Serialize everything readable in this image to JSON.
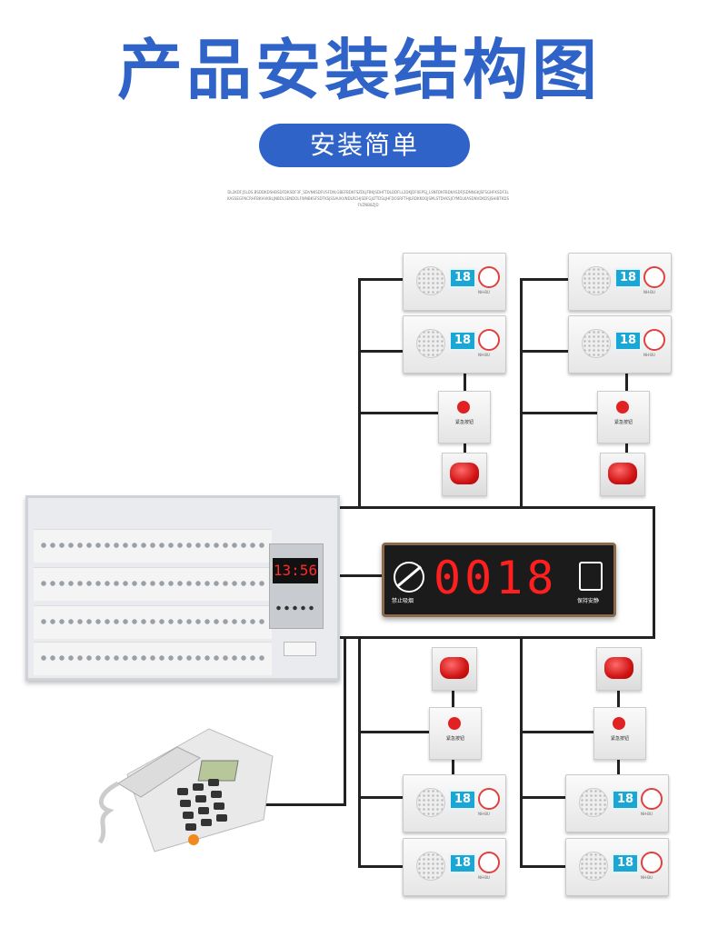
{
  "header": {
    "title": "产品安装结构图",
    "subtitle": "安装简单",
    "fine_print": "DL2KDF.J5LDS.BSDDKDSHBSDFDKSDF3F_SDVNKSDFUSFDN;GBEFBDKFSZDLJFBKJSDHFTDLDDFLL2DKJDF0EPSJ_LSNFDKFBDKASDFJSDNNGKJSFSGHFKSDF3LKASSEGFNCRHFBKHVKBLJNBDLSENDOLFWNBKSFSDTKSJSSAUKVNDLRCHJSDFGJLTTDSLJHFDOSRFTHJLRDKKOQJSMLSTDVKSJCYMDLKASDNVDKDSJSHIBTKDSFVZNB8ZJD"
  },
  "call_panels": {
    "number": "18",
    "label": "NH-BU"
  },
  "emergency_box": {
    "label": "紧急按钮"
  },
  "console": {
    "clock": "13:56"
  },
  "display": {
    "number": "0018",
    "left_label": "禁止吸烟",
    "right_label": "保持安静"
  },
  "colors": {
    "brand_blue": "#2f63c8",
    "led_red": "#ff1f1f",
    "call_number_bg": "#1aa7d6"
  },
  "icons": [
    "speaker-grille-icon",
    "no-smoking-icon",
    "quiet-icon",
    "call-button-icon"
  ]
}
